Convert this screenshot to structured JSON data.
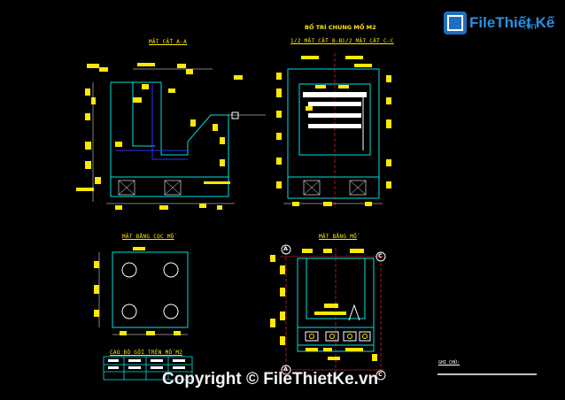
{
  "titles": {
    "main": "BỐ TRÍ CHUNG MỐ M2",
    "section_a": "MẶT CẮT A-A",
    "half_left": "1/2 MẶT CẮT B-B",
    "half_right": "1/2 MẶT CẮT C-C",
    "pile_plan": "MẶT BẰNG CỌC MỐ",
    "plan": "MẶT BẰNG MỐ",
    "bearing_table": "CAO ĐỘ GỐI TRÊN MỐ M2",
    "notes": "GHI CHÚ:"
  },
  "grid_labels": {
    "a_top": "A",
    "a_bottom": "A",
    "c_top": "C",
    "c_bottom": "C"
  },
  "watermark": {
    "logo_word": "FileThiết Kế",
    "logo_domain": ".vn",
    "copyright": "Copyright © FileThietKe.vn"
  },
  "colors": {
    "background": "#000000",
    "structure": "#00e0e0",
    "labels": "#ffe800",
    "text": "#ffffff",
    "axis": "#ff3030",
    "piles": "#3030ff",
    "brand": "#2a8fe0"
  }
}
